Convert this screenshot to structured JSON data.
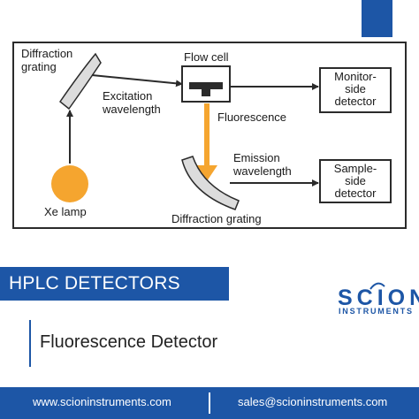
{
  "diagram": {
    "labels": {
      "diffraction_grating_top_line1": "Diffraction",
      "diffraction_grating_top_line2": "grating",
      "flow_cell": "Flow cell",
      "monitor_detector_line1": "Monitor-",
      "monitor_detector_line2": "side",
      "monitor_detector_line3": "detector",
      "excitation_line1": "Excitation",
      "excitation_line2": "wavelength",
      "fluorescence": "Fluorescence",
      "emission_line1": "Emission",
      "emission_line2": "wavelength",
      "sample_detector_line1": "Sample-",
      "sample_detector_line2": "side",
      "sample_detector_line3": "detector",
      "xe_lamp": "Xe lamp",
      "diffraction_grating_bottom": "Diffraction grating"
    },
    "colors": {
      "lamp": "#f5a52f",
      "fluorescence_arrow": "#f5a52f",
      "lines": "#2b2b2b"
    }
  },
  "title": "HPLC DETECTORS",
  "subtitle": "Fluorescence Detector",
  "logo": {
    "word": "SCION",
    "sub": "INSTRUMENTS"
  },
  "footer": {
    "website": "www.scioninstruments.com",
    "email": "sales@scioninstruments.com"
  },
  "colors": {
    "brand_blue": "#1d56a6",
    "white": "#ffffff"
  }
}
